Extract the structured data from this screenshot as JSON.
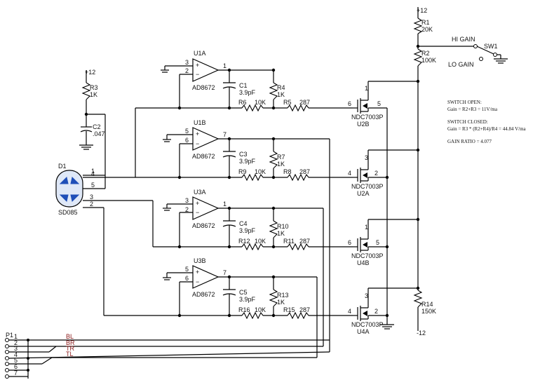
{
  "supply": {
    "pos": "+12",
    "neg": "-12"
  },
  "resistors": {
    "R1": {
      "ref": "R1",
      "value": "20K"
    },
    "R2": {
      "ref": "R2",
      "value": "100K"
    },
    "R3": {
      "ref": "R3",
      "value": "1K"
    },
    "R4": {
      "ref": "R4",
      "value": "1K"
    },
    "R5": {
      "ref": "R5",
      "value": "287"
    },
    "R6": {
      "ref": "R6",
      "value": "10K"
    },
    "R7": {
      "ref": "R7",
      "value": "1K"
    },
    "R8": {
      "ref": "R8",
      "value": "287"
    },
    "R9": {
      "ref": "R9",
      "value": "10K"
    },
    "R10": {
      "ref": "R10",
      "value": "1K"
    },
    "R11": {
      "ref": "R11",
      "value": "287"
    },
    "R12": {
      "ref": "R12",
      "value": "10K"
    },
    "R13": {
      "ref": "R13",
      "value": "1K"
    },
    "R14": {
      "ref": "R14",
      "value": "150K"
    },
    "R15": {
      "ref": "R15",
      "value": "287"
    },
    "R16": {
      "ref": "R16",
      "value": "10K"
    }
  },
  "capacitors": {
    "C1": {
      "ref": "C1",
      "value": "3.9pF"
    },
    "C2": {
      "ref": "C2",
      "value": ".047"
    },
    "C3": {
      "ref": "C3",
      "value": "3.9pF"
    },
    "C4": {
      "ref": "C4",
      "value": "3.9pF"
    },
    "C5": {
      "ref": "C5",
      "value": "3.9pF"
    }
  },
  "opamps": {
    "U1A": {
      "ref": "U1A",
      "part": "AD8672",
      "in_a": "3",
      "in_b": "2",
      "out": "1"
    },
    "U1B": {
      "ref": "U1B",
      "part": "AD8672",
      "in_a": "5",
      "in_b": "6",
      "out": "7"
    },
    "U3A": {
      "ref": "U3A",
      "part": "AD8672",
      "in_a": "3",
      "in_b": "2",
      "out": "1"
    },
    "U3B": {
      "ref": "U3B",
      "part": "AD8672",
      "in_a": "5",
      "in_b": "6",
      "out": "7"
    }
  },
  "mosfets": {
    "U2B": {
      "ref": "U2B",
      "part": "NDC7003P",
      "gate": "6",
      "drain": "5",
      "source": "1"
    },
    "U2A": {
      "ref": "U2A",
      "part": "NDC7003P",
      "gate": "4",
      "drain": "2",
      "source": "3"
    },
    "U4B": {
      "ref": "U4B",
      "part": "NDC7003P",
      "gate": "6",
      "drain": "5",
      "source": "1"
    },
    "U4A": {
      "ref": "U4A",
      "part": "NDC7003P",
      "gate": "4",
      "drain": "2",
      "source": "3"
    }
  },
  "bridge": {
    "ref": "D1",
    "part": "SD085",
    "pins": [
      "1",
      "4",
      "5",
      "3",
      "2"
    ]
  },
  "switch": {
    "ref": "SW1",
    "hi": "HI GAIN",
    "lo": "LO GAIN"
  },
  "connector": {
    "ref": "P1",
    "pins": [
      "1",
      "2",
      "3",
      "4",
      "5",
      "6",
      "7"
    ],
    "signals": [
      "BL",
      "BR",
      "TR",
      "TL"
    ]
  },
  "notes": {
    "open_title": "SWITCH OPEN:",
    "open_eq": "Gain = R2+R3 = 11V/ma",
    "closed_title": "SWITCH CLOSED:",
    "closed_eq": "Gain = R3 * (R2+R4)/R4 = 44.84 V/ma",
    "ratio": "GAIN RATIO = 4.077"
  }
}
